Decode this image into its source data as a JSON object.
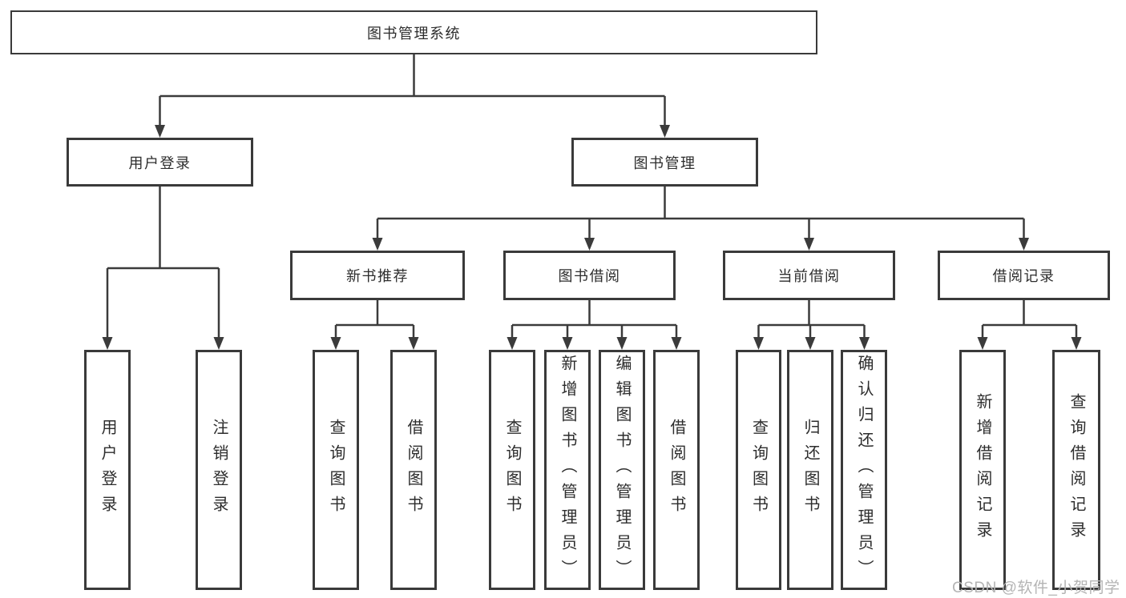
{
  "diagram": {
    "root": {
      "label": "图书管理系统"
    },
    "level2": [
      {
        "label": "用户登录"
      },
      {
        "label": "图书管理"
      }
    ],
    "level3": [
      {
        "label": "新书推荐"
      },
      {
        "label": "图书借阅"
      },
      {
        "label": "当前借阅"
      },
      {
        "label": "借阅记录"
      }
    ],
    "leaves": [
      {
        "label": "用户登录",
        "parent": "用户登录"
      },
      {
        "label": "注销登录",
        "parent": "用户登录"
      },
      {
        "label": "查询图书",
        "parent": "新书推荐"
      },
      {
        "label": "借阅图书",
        "parent": "新书推荐"
      },
      {
        "label": "查询图书",
        "parent": "图书借阅"
      },
      {
        "label": "新增图书（管理员）",
        "parent": "图书借阅"
      },
      {
        "label": "编辑图书（管理员）",
        "parent": "图书借阅"
      },
      {
        "label": "借阅图书",
        "parent": "图书借阅"
      },
      {
        "label": "查询图书",
        "parent": "当前借阅"
      },
      {
        "label": "归还图书",
        "parent": "当前借阅"
      },
      {
        "label": "确认归还（管理员）",
        "parent": "当前借阅"
      },
      {
        "label": "新增借阅记录",
        "parent": "借阅记录"
      },
      {
        "label": "查询借阅记录",
        "parent": "借阅记录"
      }
    ],
    "colors": {
      "line": "#3b3b3b",
      "box_border": "#3a3a3a",
      "box_fill": "#ffffff",
      "text": "#2d2d2d",
      "watermark": "#b4b4b4"
    }
  },
  "watermark": {
    "text": "CSDN @软件_小贺同学"
  }
}
